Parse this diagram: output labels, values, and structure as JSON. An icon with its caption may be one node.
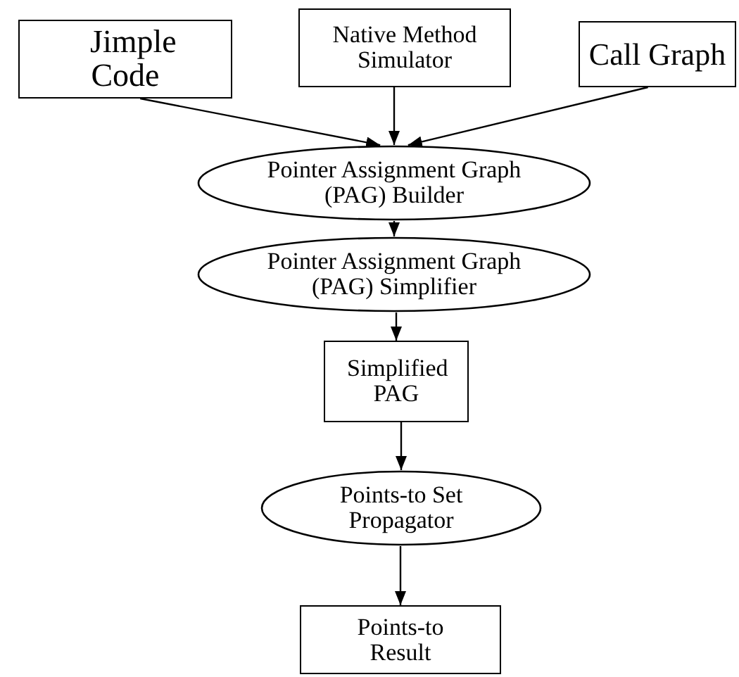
{
  "diagram": {
    "nodes": [
      {
        "text": [
          "Jimple Code"
        ]
      },
      {
        "text": [
          "Native Method Simulator"
        ]
      },
      {
        "text": [
          "Call Graph"
        ]
      },
      {
        "text": [
          "Pointer Assignment Graph (PAG) Builder"
        ]
      },
      {
        "text": [
          "Pointer Assignment Graph (PAG) Simplifier"
        ]
      },
      {
        "text": [
          "Simplified PAG"
        ]
      },
      {
        "text": [
          "Points-to Set Propagator"
        ]
      },
      {
        "text": [
          "Points-to Result"
        ]
      }
    ],
    "edges": [
      {
        "from": 0,
        "to": 3,
        "arrow": "to"
      },
      {
        "from": 1,
        "to": 3,
        "arrow": "to"
      },
      {
        "from": 2,
        "to": 3,
        "arrow": "to"
      },
      {
        "from": 3,
        "to": 4,
        "arrow": "to"
      },
      {
        "from": 4,
        "to": 5,
        "arrow": "to"
      },
      {
        "from": 5,
        "to": 6,
        "arrow": "to"
      },
      {
        "from": 6,
        "to": 7,
        "arrow": "to"
      }
    ]
  }
}
